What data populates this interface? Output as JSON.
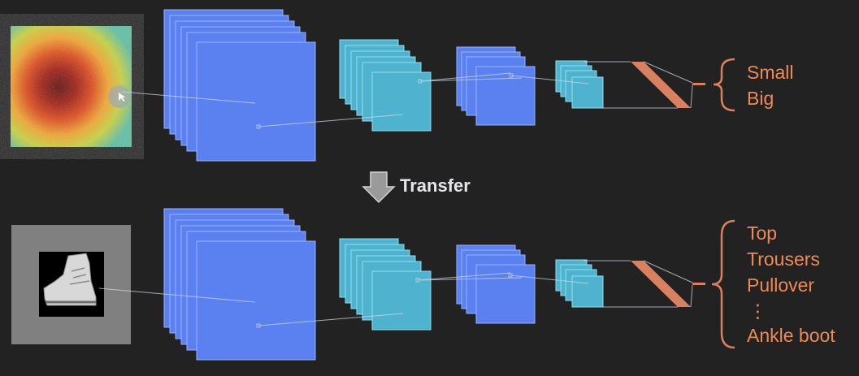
{
  "colors": {
    "background": "#222222",
    "conv_blue": "#5b80f0",
    "conv_cyan": "#4fb3cf",
    "dense_orange": "#d9805f",
    "label_orange": "#f08a55",
    "transfer_text": "#e6e6ea"
  },
  "source_task": {
    "input": "heatmap-image",
    "classes": [
      "Small",
      "Big"
    ]
  },
  "transfer": {
    "label": "Transfer",
    "icon": "down-arrow-icon"
  },
  "target_task": {
    "input": "ankle-boot-image",
    "classes": [
      "Top",
      "Trousers",
      "Pullover",
      "⋮",
      "Ankle boot"
    ]
  }
}
